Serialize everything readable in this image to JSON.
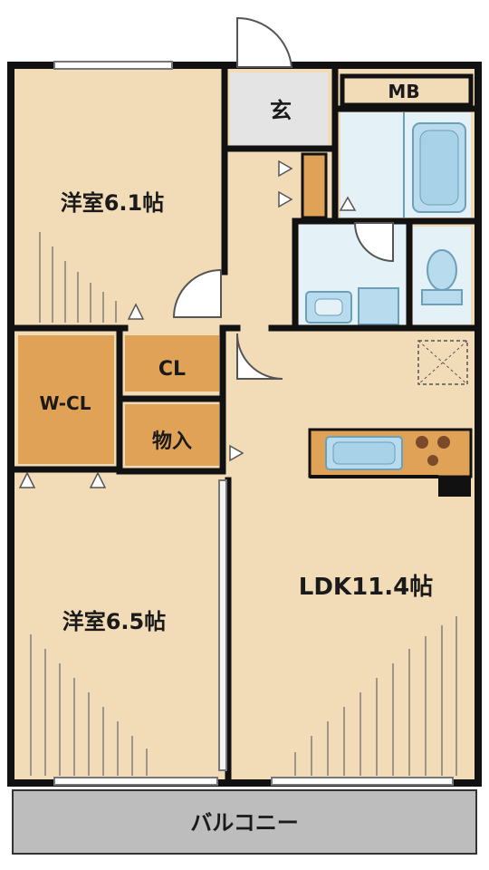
{
  "rooms": {
    "western_room_1": "洋室6.1帖",
    "western_room_2": "洋室6.5帖",
    "ldk": "LDK11.4帖",
    "entrance": "玄",
    "mb": "MB",
    "closet": "CL",
    "walk_in_closet": "W-CL",
    "storage": "物入",
    "balcony": "バルコニー"
  },
  "colors": {
    "room_floor": "#f2dcb8",
    "closet_wood": "#e0a256",
    "wet_area": "#e4f2f8",
    "fixture_blue": "#b8dcee",
    "entrance_tile": "#e4e4e4",
    "balcony": "#bdbdbd",
    "wall": "#111111"
  }
}
